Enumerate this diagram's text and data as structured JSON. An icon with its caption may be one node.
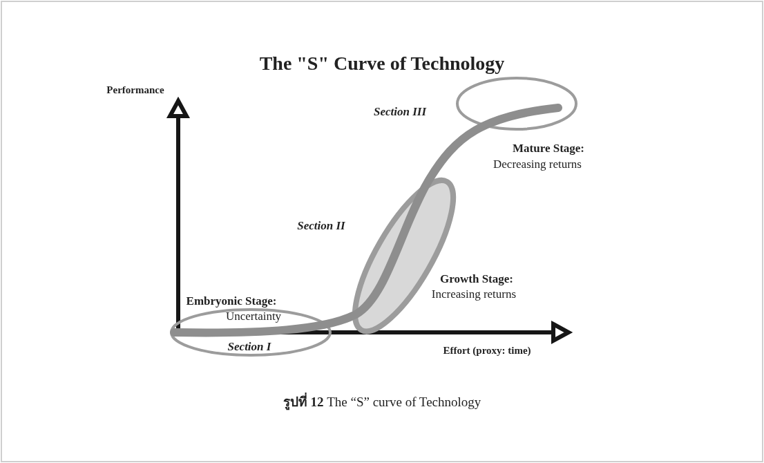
{
  "diagram": {
    "title": "The \"S\" Curve of Technology",
    "caption": "**รูปที่ 12** The “S” curve of Technology",
    "nodes": [
      {
        "text": [
          "Section I"
        ]
      },
      {
        "text": [
          "Section II"
        ]
      },
      {
        "text": [
          "Section III"
        ]
      }
    ],
    "labels": [
      "Performance",
      "Mature Stage:",
      "Decreasing returns",
      "Growth Stage:",
      "Increasing returns",
      "Embryonic Stage:",
      "Uncertainty",
      "Effort (proxy: time)"
    ]
  }
}
